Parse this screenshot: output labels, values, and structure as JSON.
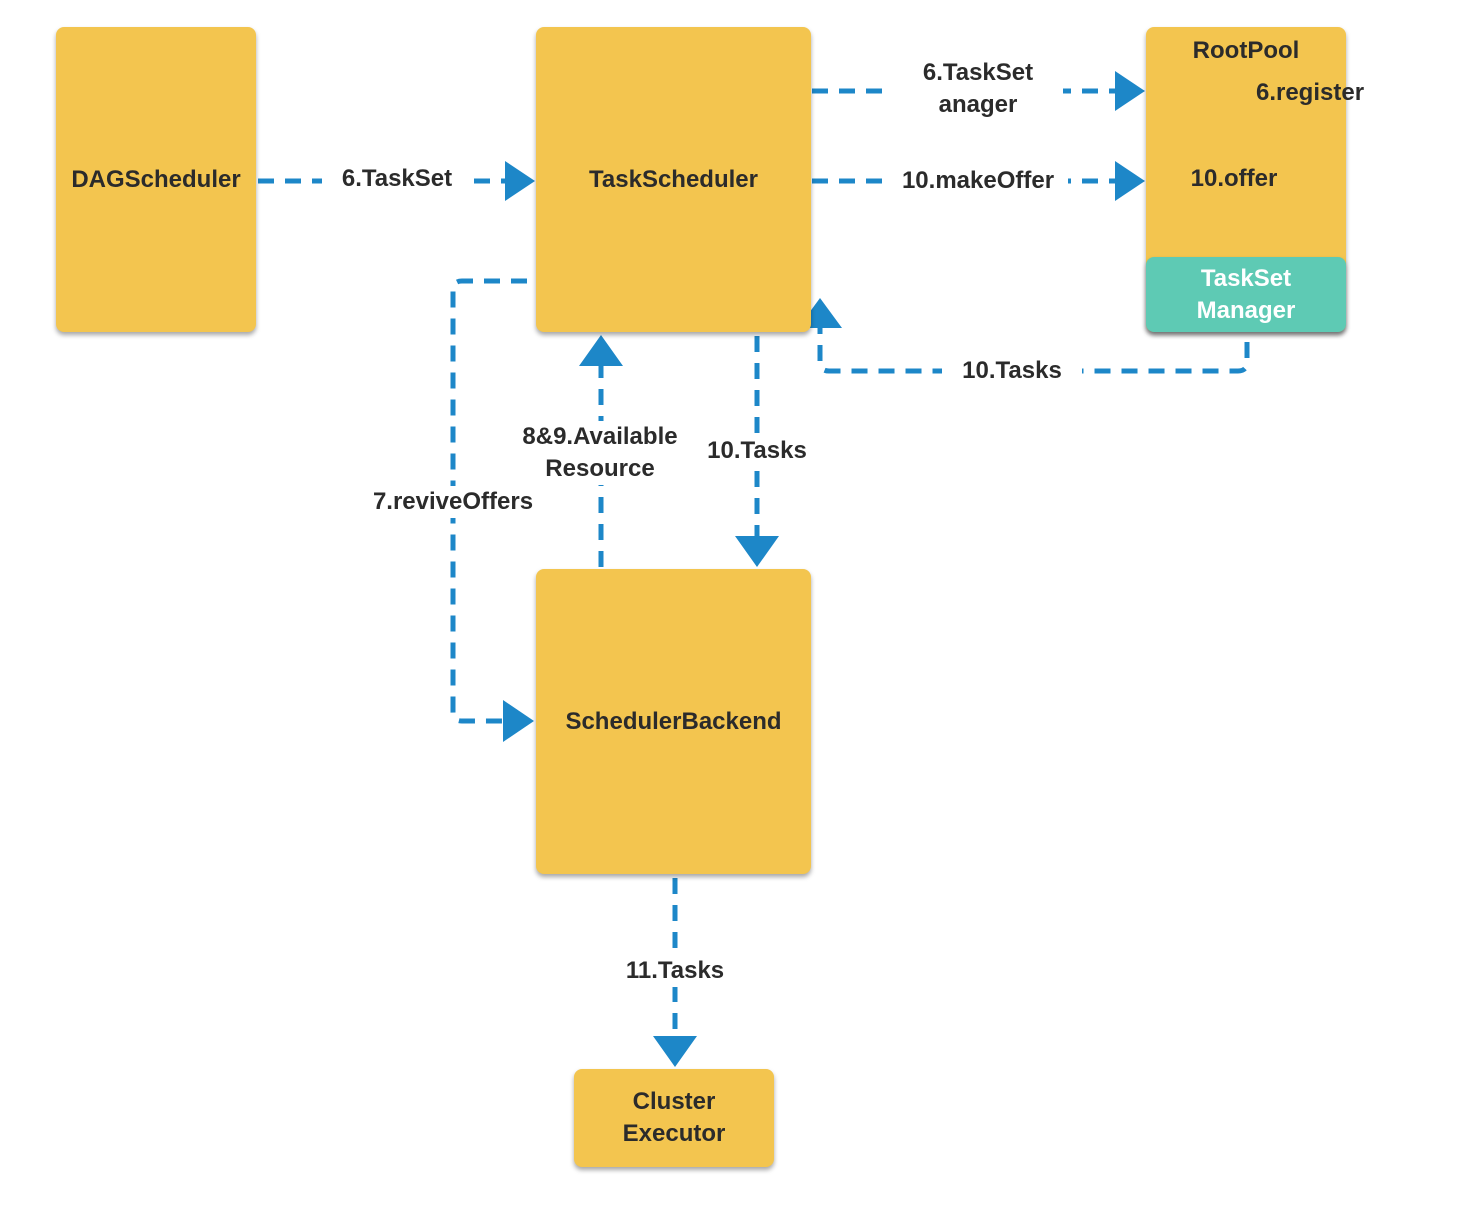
{
  "nodes": {
    "dag_scheduler": "DAGScheduler",
    "task_scheduler": "TaskScheduler",
    "root_pool": "RootPool",
    "taskset_manager": [
      "TaskSet",
      "Manager"
    ],
    "scheduler_backend": "SchedulerBackend",
    "cluster_executor": [
      "Cluster",
      "Executor"
    ]
  },
  "edges": {
    "dag_to_ts": "6.TaskSet",
    "ts_to_pool": [
      "6.TaskSet",
      "anager"
    ],
    "register": "6.register",
    "make_offer": "10.makeOffer",
    "offer": "10.offer",
    "tsm_tasks": "10.Tasks",
    "revive_offers": "7.reviveOffers",
    "available_resource": [
      "8&9.Available",
      "Resource"
    ],
    "ts_tasks": "10.Tasks",
    "executor_tasks": "11.Tasks"
  },
  "colors": {
    "node_fill": "#f3c54f",
    "manager_fill": "#5ecab4",
    "connector": "#1d87c8"
  }
}
